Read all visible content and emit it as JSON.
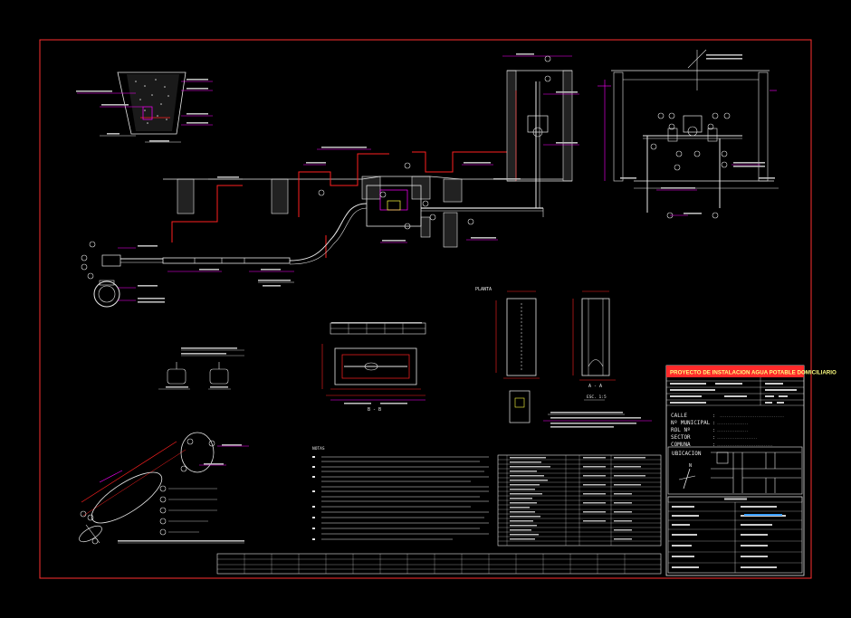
{
  "title_block": {
    "project_title": "PROYECTO DE INSTALACION AGUA POTABLE DOMICILIARIO",
    "fields": [
      {
        "label": "CALLE",
        "value": "....................................."
      },
      {
        "label": "Nº MUNICIPAL",
        "value": ".................."
      },
      {
        "label": "ROL Nº",
        "value": ".................."
      },
      {
        "label": "SECTOR",
        "value": "......................."
      },
      {
        "label": "COMUNA",
        "value": "................................"
      }
    ],
    "location_label": "UBICACION",
    "north_label": "N"
  },
  "section_labels": {
    "cut_bb": "B - B",
    "cut_aa": "A - A",
    "scale_1_5": "ESC. 1:5",
    "planta": "PLANTA",
    "notas": "NOTAS"
  },
  "colors": {
    "background": "#000000",
    "border": "#ff3030",
    "magenta": "#ff00ff",
    "red": "#ff2020",
    "white": "#e8e8e8",
    "cyan": "#00e8ff",
    "title_bar": "#ff2a2a"
  }
}
